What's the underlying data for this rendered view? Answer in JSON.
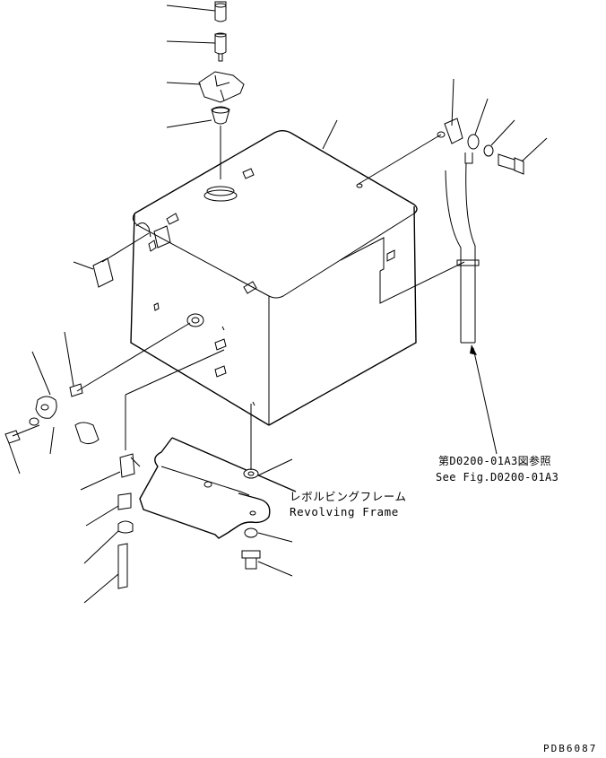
{
  "labels": {
    "revolving_frame_jp": "レボルビングフレーム",
    "revolving_frame_en": "Revolving Frame",
    "ref_jp": "第D0200-01A3図参照",
    "ref_en": "See Fig.D0200-01A3",
    "drawing_code": "PDB6087"
  }
}
